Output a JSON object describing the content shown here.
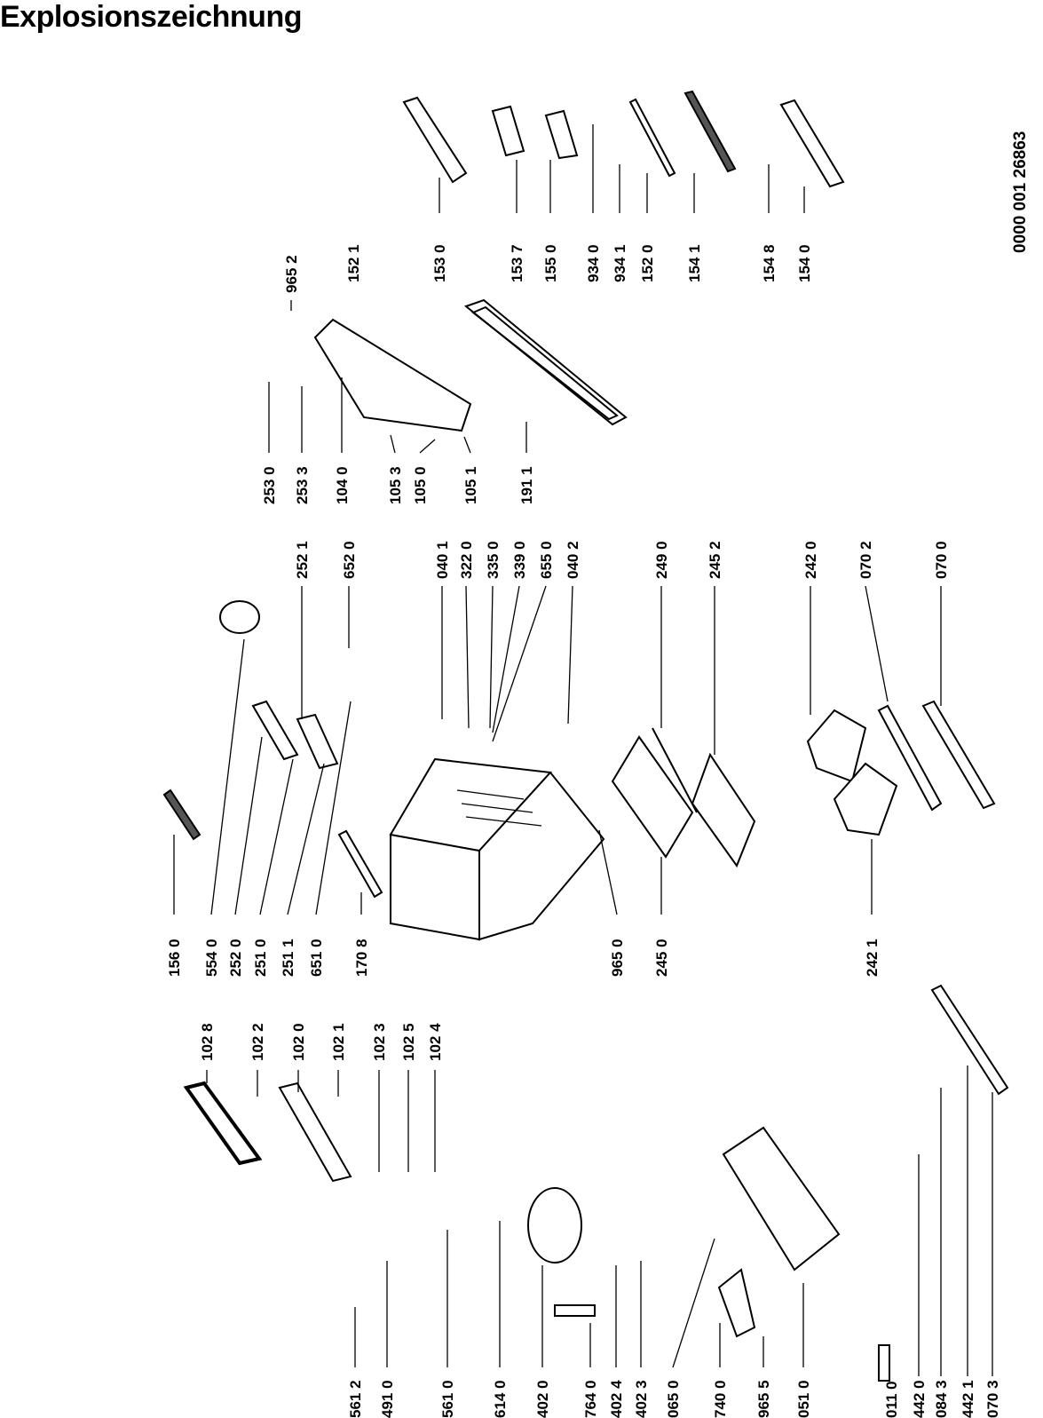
{
  "title": "Explosionszeichnung",
  "document_number": "0000 001 26863",
  "part_labels": [
    {
      "code": "561 2"
    },
    {
      "code": "491 0"
    },
    {
      "code": "561 0"
    },
    {
      "code": "614 0"
    },
    {
      "code": "402 0"
    },
    {
      "code": "764 0"
    },
    {
      "code": "402 4"
    },
    {
      "code": "402 3"
    },
    {
      "code": "065 0"
    },
    {
      "code": "740 0"
    },
    {
      "code": "965 5"
    },
    {
      "code": "051 0"
    },
    {
      "code": "011 0"
    },
    {
      "code": "442 0"
    },
    {
      "code": "084 3"
    },
    {
      "code": "442 1"
    },
    {
      "code": "070 3"
    },
    {
      "code": "102 8"
    },
    {
      "code": "102 2"
    },
    {
      "code": "102 0"
    },
    {
      "code": "102 1"
    },
    {
      "code": "102 3"
    },
    {
      "code": "102 5"
    },
    {
      "code": "102 4"
    },
    {
      "code": "156 0"
    },
    {
      "code": "554 0"
    },
    {
      "code": "252 0"
    },
    {
      "code": "251 0"
    },
    {
      "code": "251 1"
    },
    {
      "code": "651 0"
    },
    {
      "code": "170 8"
    },
    {
      "code": "965 0"
    },
    {
      "code": "245 0"
    },
    {
      "code": "242 1"
    },
    {
      "code": "252 1"
    },
    {
      "code": "652 0"
    },
    {
      "code": "040 1"
    },
    {
      "code": "322 0"
    },
    {
      "code": "335 0"
    },
    {
      "code": "339 0"
    },
    {
      "code": "655 0"
    },
    {
      "code": "040 2"
    },
    {
      "code": "249 0"
    },
    {
      "code": "245 2"
    },
    {
      "code": "242 0"
    },
    {
      "code": "070 2"
    },
    {
      "code": "070 0"
    },
    {
      "code": "253 0"
    },
    {
      "code": "253 3"
    },
    {
      "code": "104 0"
    },
    {
      "code": "105 3"
    },
    {
      "code": "105 0"
    },
    {
      "code": "105 1"
    },
    {
      "code": "191 1"
    },
    {
      "code": "965 2"
    },
    {
      "code": "152 1"
    },
    {
      "code": "153 0"
    },
    {
      "code": "153 7"
    },
    {
      "code": "155 0"
    },
    {
      "code": "934 0"
    },
    {
      "code": "934 1"
    },
    {
      "code": "152 0"
    },
    {
      "code": "154 1"
    },
    {
      "code": "154 8"
    },
    {
      "code": "154 0"
    }
  ]
}
